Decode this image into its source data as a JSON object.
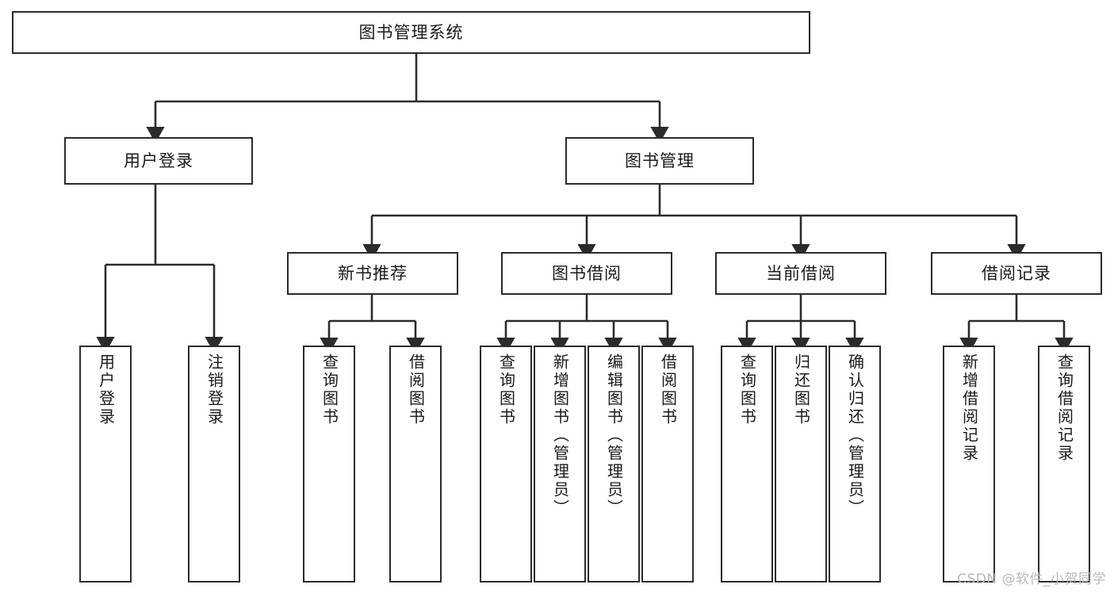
{
  "diagram": {
    "title": "图书管理系统",
    "type": "tree-hierarchy",
    "watermark": "CSDN @软件_小贺同学",
    "colors": {
      "box_border": "#2b2b2b",
      "box_fill": "#ffffff",
      "connector": "#2b2b2b",
      "text": "#1a1a1a",
      "watermark": "#b9b9b9"
    },
    "root": {
      "label": "图书管理系统"
    },
    "level2": [
      {
        "label": "用户登录"
      },
      {
        "label": "图书管理"
      }
    ],
    "level3": [
      {
        "label": "新书推荐"
      },
      {
        "label": "图书借阅"
      },
      {
        "label": "当前借阅"
      },
      {
        "label": "借阅记录"
      }
    ],
    "leaves": {
      "user_login": [
        {
          "label": "用户登录"
        },
        {
          "label": "注销登录"
        }
      ],
      "new_book": [
        {
          "label": "查询图书"
        },
        {
          "label": "借阅图书"
        }
      ],
      "book_borrow": [
        {
          "label": "查询图书"
        },
        {
          "label": "新增图书（管理员）"
        },
        {
          "label": "编辑图书（管理员）"
        },
        {
          "label": "借阅图书"
        }
      ],
      "current_borrow": [
        {
          "label": "查询图书"
        },
        {
          "label": "归还图书"
        },
        {
          "label": "确认归还（管理员）"
        }
      ],
      "borrow_record": [
        {
          "label": "新增借阅记录"
        },
        {
          "label": "查询借阅记录"
        }
      ]
    }
  }
}
